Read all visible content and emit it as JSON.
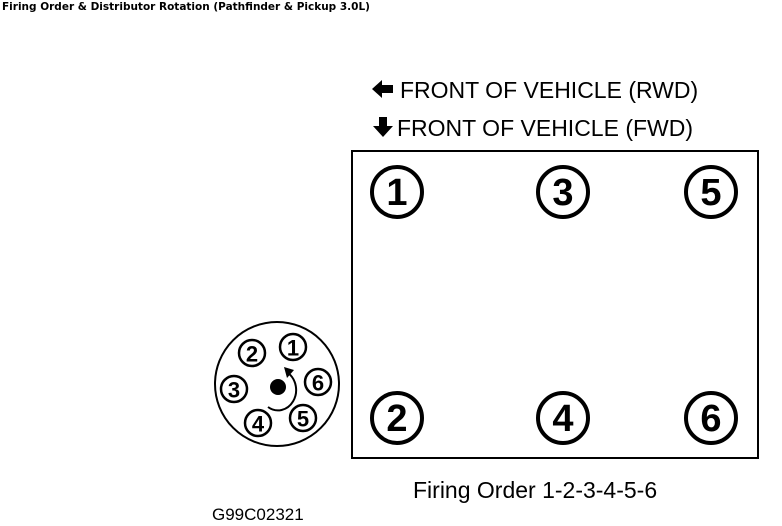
{
  "title": "Firing Order & Distributor Rotation (Pathfinder & Pickup 3.0L)",
  "front_rwd": "FRONT OF VEHICLE (RWD)",
  "front_fwd": "FRONT OF VEHICLE (FWD)",
  "cylinders": [
    "1",
    "3",
    "5",
    "2",
    "4",
    "6"
  ],
  "distributor_terminals": [
    "1",
    "2",
    "3",
    "4",
    "5",
    "6"
  ],
  "distributor_rotation": "counterclockwise",
  "firing_order": "Firing Order 1-2-3-4-5-6",
  "figure_id": "G99C02321"
}
